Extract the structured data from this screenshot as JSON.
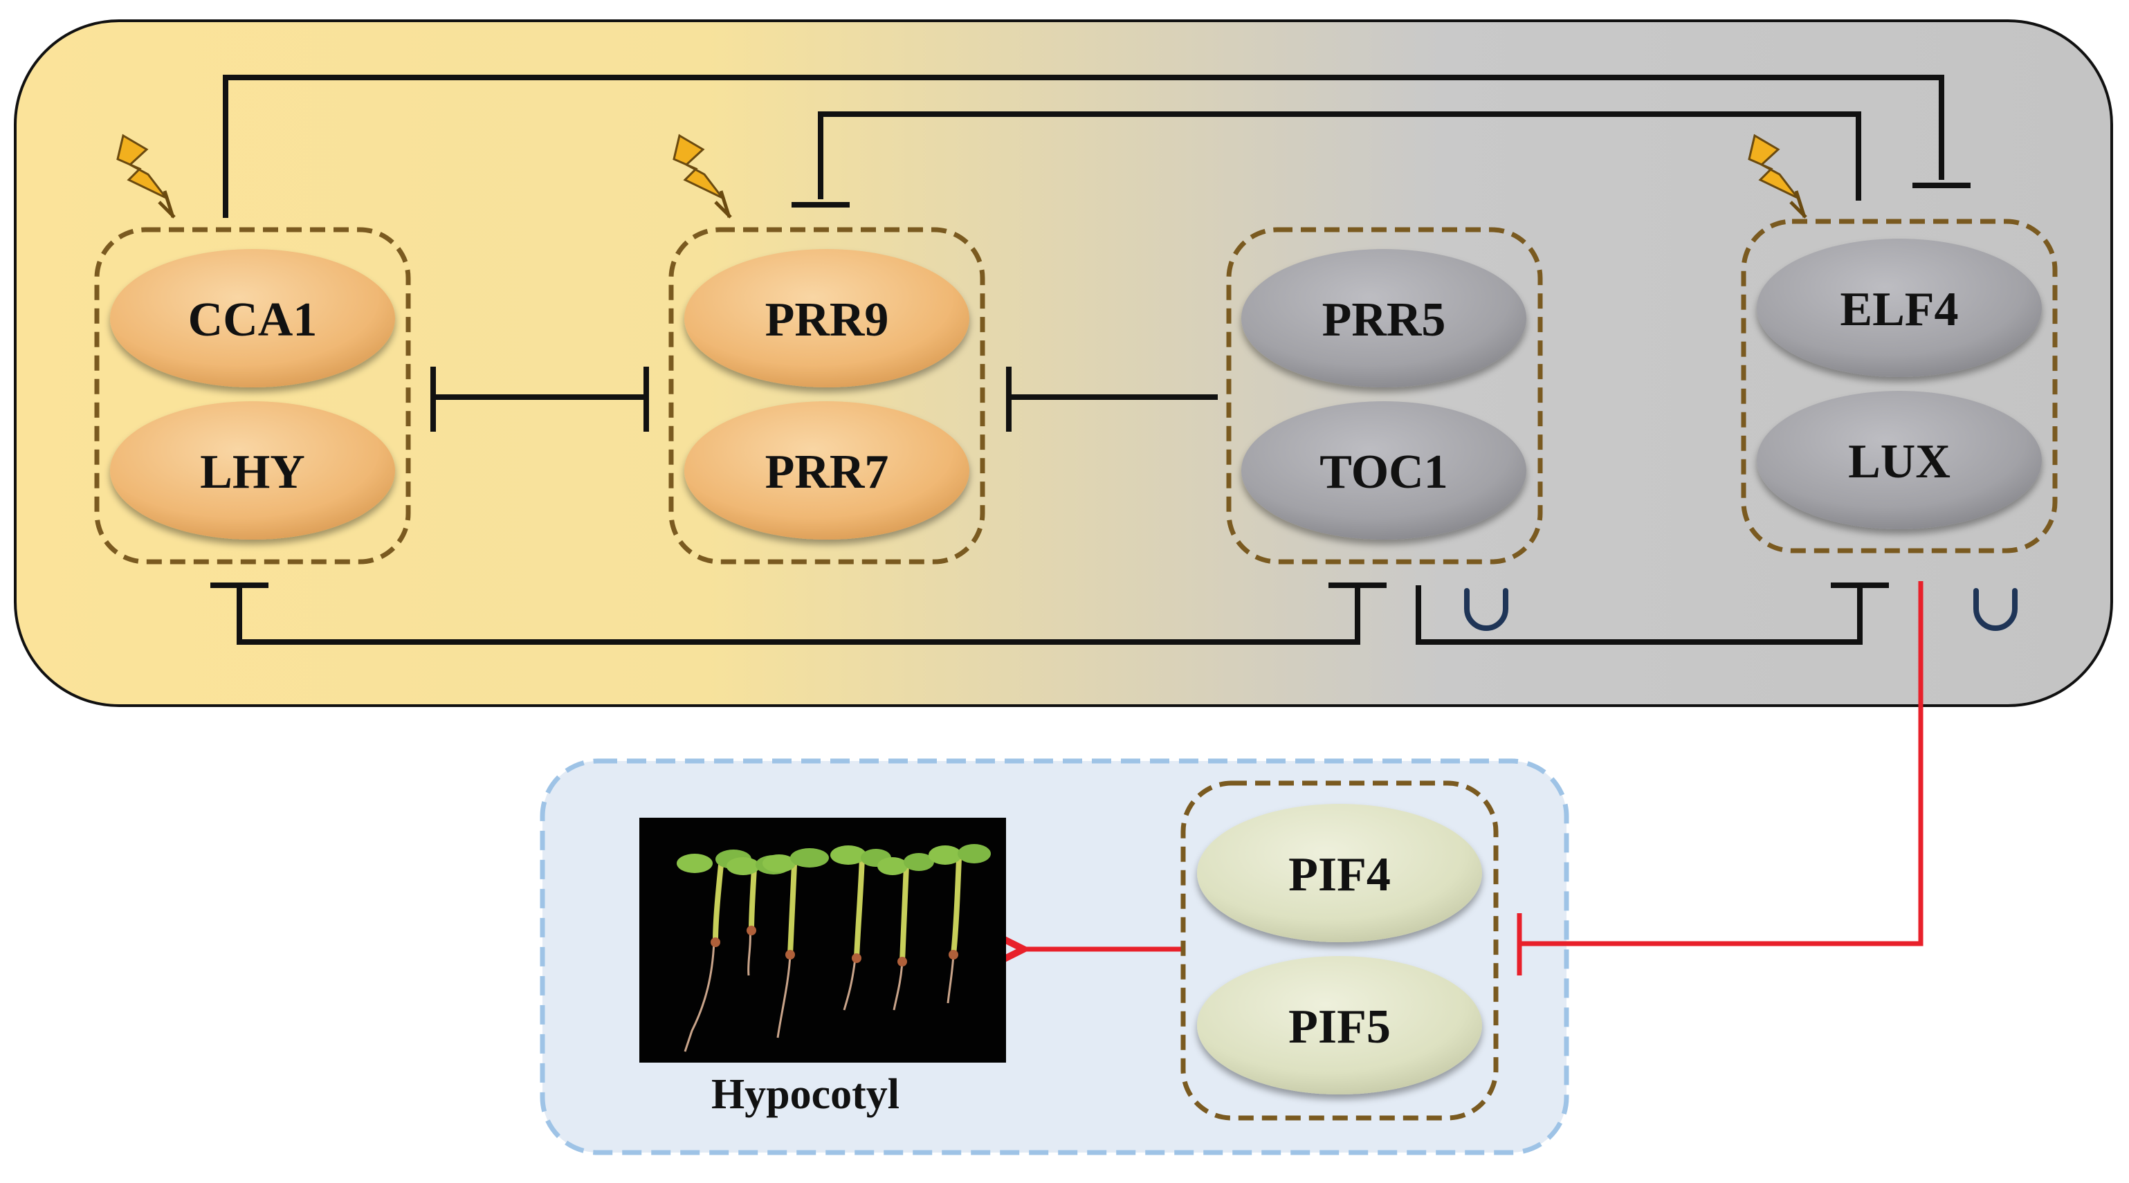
{
  "colors": {
    "panel_warm": "#fbe39a",
    "panel_grey": "#c6c6c6",
    "morning_gene": "#f2bd7a",
    "evening_gene": "#a8a8ac",
    "pif_gene": "#dfe3c4",
    "inhibition": "#111111",
    "output": "#e8202a",
    "group_border": "#7a5a20",
    "lower_panel_fill": "#e3ebf5",
    "lower_panel_border": "#9ec3e6",
    "self_loop": "#1f3557",
    "light_symbol": "#f2b01e"
  },
  "genes": {
    "cca1": "CCA1",
    "lhy": "LHY",
    "prr9": "PRR9",
    "prr7": "PRR7",
    "prr5": "PRR5",
    "toc1": "TOC1",
    "elf4": "ELF4",
    "lux": "LUX",
    "pif4": "PIF4",
    "pif5": "PIF5"
  },
  "icons": {
    "light": "lightning-bolt-icon",
    "self_regulation": "self-loop-icon"
  },
  "output": {
    "label": "Hypocotyl"
  }
}
